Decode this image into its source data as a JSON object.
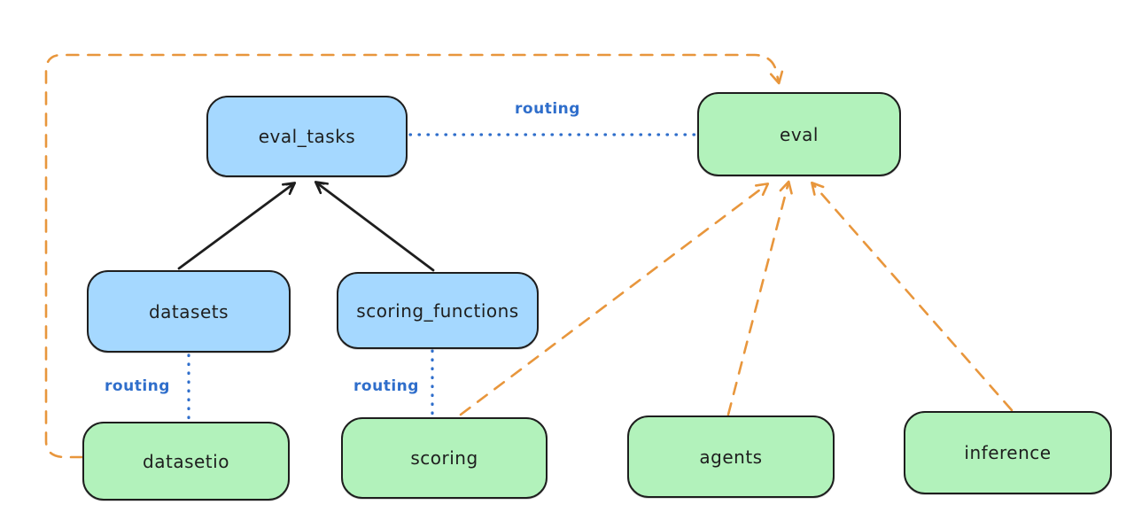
{
  "diagram": {
    "background_color": "#ffffff",
    "colors": {
      "api_box_fill": "#a5d8ff",
      "provider_box_fill": "#b2f2bb",
      "box_stroke": "#1e1e1e",
      "routing_blue": "#2f6ecb",
      "provider_orange": "#e8963c",
      "solid_arrow_black": "#1e1e1e"
    },
    "nodes": [
      {
        "id": "eval_tasks",
        "label": "eval_tasks",
        "kind": "blue"
      },
      {
        "id": "eval",
        "label": "eval",
        "kind": "green"
      },
      {
        "id": "datasets",
        "label": "datasets",
        "kind": "blue"
      },
      {
        "id": "scoring_functions",
        "label": "scoring_functions",
        "kind": "blue"
      },
      {
        "id": "datasetio",
        "label": "datasetio",
        "kind": "green"
      },
      {
        "id": "scoring",
        "label": "scoring",
        "kind": "green"
      },
      {
        "id": "agents",
        "label": "agents",
        "kind": "green"
      },
      {
        "id": "inference",
        "label": "inference",
        "kind": "green"
      }
    ],
    "edges": [
      {
        "from": "eval_tasks",
        "to": "eval",
        "style": "dotted-blue",
        "label": "routing"
      },
      {
        "from": "datasets",
        "to": "datasetio",
        "style": "dotted-blue",
        "label": "routing"
      },
      {
        "from": "scoring_functions",
        "to": "scoring",
        "style": "dotted-blue",
        "label": "routing"
      },
      {
        "from": "datasets",
        "to": "eval_tasks",
        "style": "solid-black-arrow",
        "label": ""
      },
      {
        "from": "scoring_functions",
        "to": "eval_tasks",
        "style": "solid-black-arrow",
        "label": ""
      },
      {
        "from": "datasetio",
        "to": "eval",
        "style": "dashed-orange-arrow",
        "label": ""
      },
      {
        "from": "scoring",
        "to": "eval",
        "style": "dashed-orange-arrow",
        "label": ""
      },
      {
        "from": "agents",
        "to": "eval",
        "style": "dashed-orange-arrow",
        "label": ""
      },
      {
        "from": "inference",
        "to": "eval",
        "style": "dashed-orange-arrow",
        "label": ""
      }
    ]
  }
}
